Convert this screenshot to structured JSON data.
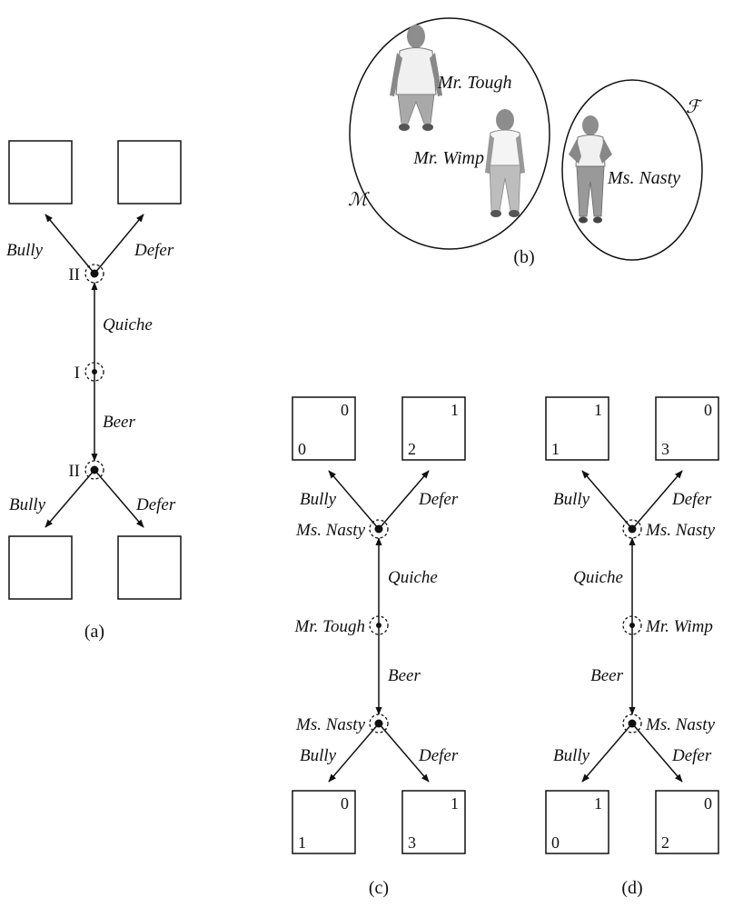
{
  "panel_a": {
    "caption": "(a)",
    "top_node_label": "II",
    "mid_node_label": "I",
    "bottom_node_label": "II",
    "quiche": "Quiche",
    "beer": "Beer",
    "bully_top": "Bully",
    "defer_top": "Defer",
    "bully_bottom": "Bully",
    "defer_bottom": "Defer"
  },
  "panel_b": {
    "caption": "(b)",
    "set_m": "ℳ",
    "set_f": "ℱ",
    "tough": "Mr. Tough",
    "wimp": "Mr. Wimp",
    "nasty": "Ms. Nasty"
  },
  "panel_c": {
    "caption": "(c)",
    "top_node": "Ms. Nasty",
    "mid_node": "Mr. Tough",
    "bottom_node": "Ms. Nasty",
    "quiche": "Quiche",
    "beer": "Beer",
    "bully_top": "Bully",
    "defer_top": "Defer",
    "bully_bottom": "Bully",
    "defer_bottom": "Defer",
    "tl_box": {
      "p1": "0",
      "p2": "0"
    },
    "tr_box": {
      "p1": "2",
      "p2": "1"
    },
    "bl_box": {
      "p1": "1",
      "p2": "0"
    },
    "br_box": {
      "p1": "3",
      "p2": "1"
    }
  },
  "panel_d": {
    "caption": "(d)",
    "top_node": "Ms. Nasty",
    "mid_node": "Mr. Wimp",
    "bottom_node": "Ms. Nasty",
    "quiche": "Quiche",
    "beer": "Beer",
    "bully_top": "Bully",
    "defer_top": "Defer",
    "bully_bottom": "Bully",
    "defer_bottom": "Defer",
    "tl_box": {
      "p1": "1",
      "p2": "1"
    },
    "tr_box": {
      "p1": "3",
      "p2": "0"
    },
    "bl_box": {
      "p1": "0",
      "p2": "1"
    },
    "br_box": {
      "p1": "2",
      "p2": "0"
    }
  }
}
